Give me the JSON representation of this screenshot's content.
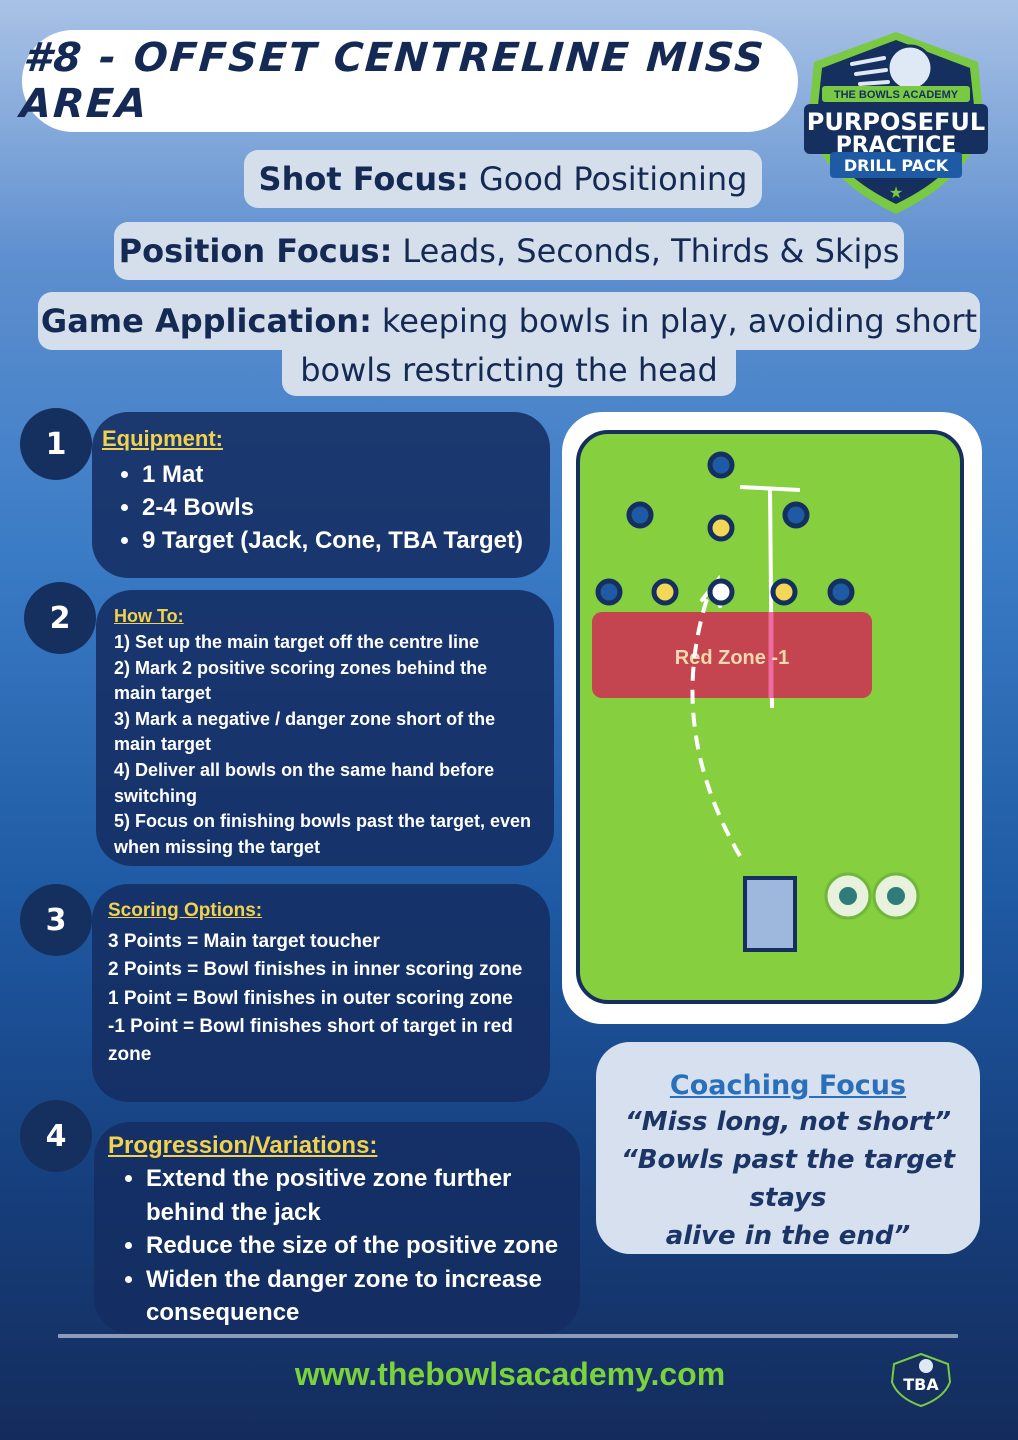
{
  "title": "#8 - OFFSET CENTRELINE MISS AREA",
  "badge": {
    "top": "THE BOWLS ACADEMY",
    "line1": "PURPOSEFUL",
    "line2": "PRACTICE",
    "line3": "DRILL PACK"
  },
  "shot_focus": {
    "label": "Shot Focus:",
    "value": "Good Positioning"
  },
  "position_focus": {
    "label": "Position Focus:",
    "value": "Leads, Seconds, Thirds & Skips"
  },
  "game_application": {
    "label": "Game Application:",
    "value_line1": "keeping bowls in play, avoiding short",
    "value_line2": "bowls restricting the head"
  },
  "sections": {
    "equipment": {
      "number": "1",
      "heading": "Equipment:",
      "items": [
        "1 Mat",
        "2-4 Bowls",
        "9 Target (Jack, Cone, TBA Target)"
      ]
    },
    "how_to": {
      "number": "2",
      "heading": "How To:",
      "lines": [
        "1) Set up the main target off the centre line",
        "2) Mark 2 positive scoring zones behind the main target",
        "3) Mark a negative / danger zone short of the main target",
        "4) Deliver all bowls on the same hand before switching",
        "5) Focus on finishing bowls past the target, even when missing the target"
      ]
    },
    "scoring": {
      "number": "3",
      "heading": "Scoring Options:",
      "lines": [
        "3 Points = Main target toucher",
        "2 Points = Bowl finishes in inner scoring zone",
        "1 Point = Bowl finishes in outer scoring zone",
        "-1 Point = Bowl finishes short of target in red zone"
      ]
    },
    "progression": {
      "number": "4",
      "heading": "Progression/Variations:",
      "items": [
        "Extend the positive zone further behind the jack",
        "Reduce the size of the positive zone",
        "Widen the danger zone to increase consequence"
      ]
    }
  },
  "diagram": {
    "red_zone_label": "Red Zone -1",
    "colors": {
      "green": "#86cf3e",
      "red": "#c4444f",
      "navy": "#15305f",
      "yellow": "#f3d857",
      "mat": "#9eb7dc"
    }
  },
  "coaching_focus": {
    "title": "Coaching Focus",
    "line1": "“Miss long, not short”",
    "line2": "“Bowls past the target stays",
    "line3": "alive in the end”"
  },
  "footer": {
    "website": "www.thebowlsacademy.com",
    "logo_text": "TBA"
  }
}
